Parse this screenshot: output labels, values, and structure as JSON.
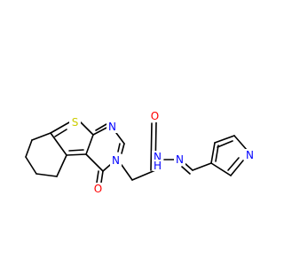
{
  "atoms": {
    "S1": {
      "label": "S",
      "color": "#cccc00"
    },
    "N1": {
      "label": "N",
      "color": "#0000ff"
    },
    "N3": {
      "label": "N",
      "color": "#0000ff"
    },
    "O4": {
      "label": "O",
      "color": "#ff0000"
    },
    "Oam": {
      "label": "O",
      "color": "#ff0000"
    },
    "NHa": {
      "label": "N",
      "color": "#0000ff"
    },
    "Hn": {
      "label": "H",
      "color": "#0000ff"
    },
    "Nb": {
      "label": "N",
      "color": "#0000ff"
    },
    "Npy": {
      "label": "N",
      "color": "#0000ff"
    }
  },
  "colors": {
    "bond": "#000000",
    "background": "#ffffff"
  }
}
